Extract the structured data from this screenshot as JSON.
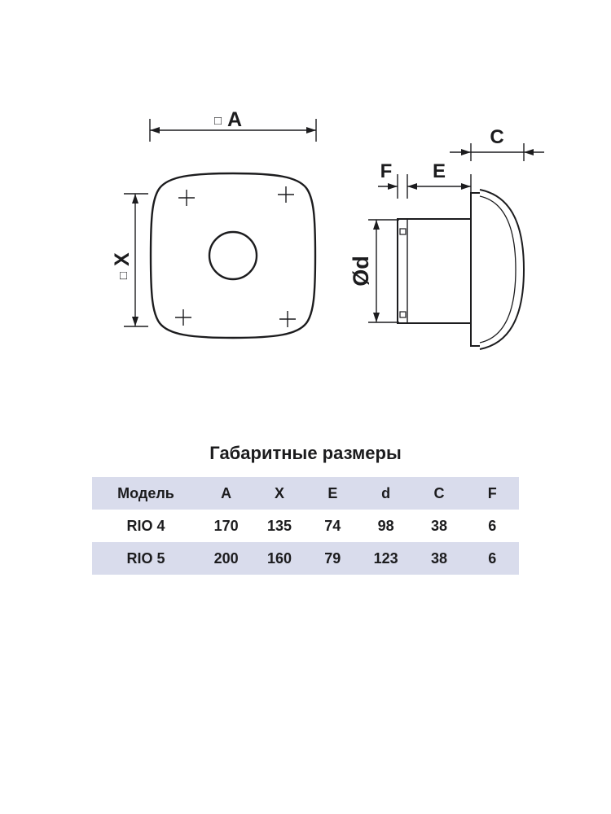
{
  "section": {
    "title": "Габаритные размеры"
  },
  "diagram": {
    "labels": {
      "square": "□",
      "a": "A",
      "x": "X",
      "c": "C",
      "e": "E",
      "f": "F",
      "d": "Ød"
    }
  },
  "table": {
    "headers": [
      "Модель",
      "A",
      "X",
      "E",
      "d",
      "C",
      "F"
    ],
    "rows": [
      [
        "RIO 4",
        "170",
        "135",
        "74",
        "98",
        "38",
        "6"
      ],
      [
        "RIO 5",
        "200",
        "160",
        "79",
        "123",
        "38",
        "6"
      ]
    ]
  },
  "colors": {
    "band": "#d9dcec",
    "line": "#1c1c1e",
    "text": "#1c1c1e"
  }
}
